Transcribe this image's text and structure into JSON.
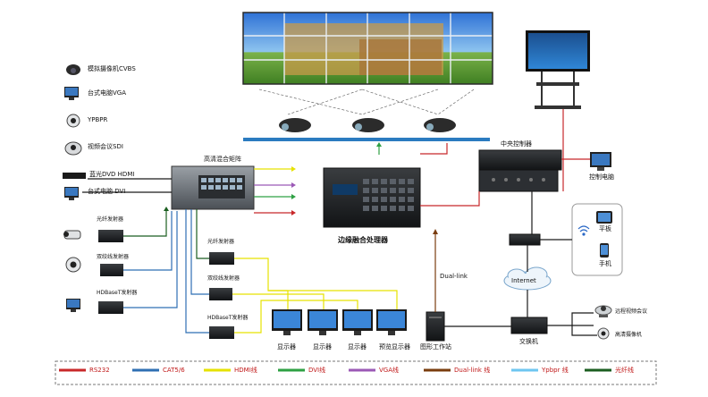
{
  "sources": {
    "cvbs": "模拟摄像机CVBS",
    "vga": "台式电脑VGA",
    "ypbpr": "YPBPR",
    "sdi": "视频会议SDI",
    "hdmi": "蓝光DVD HDMI",
    "dvi": "台式电脑 DVI"
  },
  "fiber_tx": "光纤发射器",
  "twisted_tx": "双绞线发射器",
  "hdbaset_tx": "HDBaseT发射器",
  "fiber_rx": "光纤发射器",
  "twisted_rx": "双绞线发射器",
  "hdbaset_rx": "HDBaseT发射器",
  "matrix_label": "高清混合矩阵",
  "processor_label": "边缘融合处理器",
  "controller_label": "中央控制器",
  "control_pc_label": "控制电脑",
  "tablet_label": "平板",
  "phone_label": "手机",
  "internet_label": "Internet",
  "dual_link_label": "Dual-link",
  "workstation_label": "图形工作站",
  "switch_label": "交换机",
  "vc_remote_label": "远程视频会议",
  "remote_cam_label": "高清摄像机",
  "monitors": [
    "显示器",
    "显示器",
    "显示器",
    "预览显示器"
  ],
  "legend": [
    "RS232",
    "CAT5/6",
    "HDMI线",
    "DVI线",
    "VGA线",
    "Dual-link 线",
    "Ypbpr 线",
    "光纤线"
  ],
  "colors": {
    "rs232": "#c8282a",
    "cat": "#2f6fb3",
    "hdmi": "#e6e200",
    "dvi": "#2ea043",
    "vga": "#9b59b6",
    "duallink": "#7a3d0e",
    "ypbpr": "#6ec6f0",
    "fiber": "#1b5e20",
    "blend": "#2b7bc0"
  }
}
